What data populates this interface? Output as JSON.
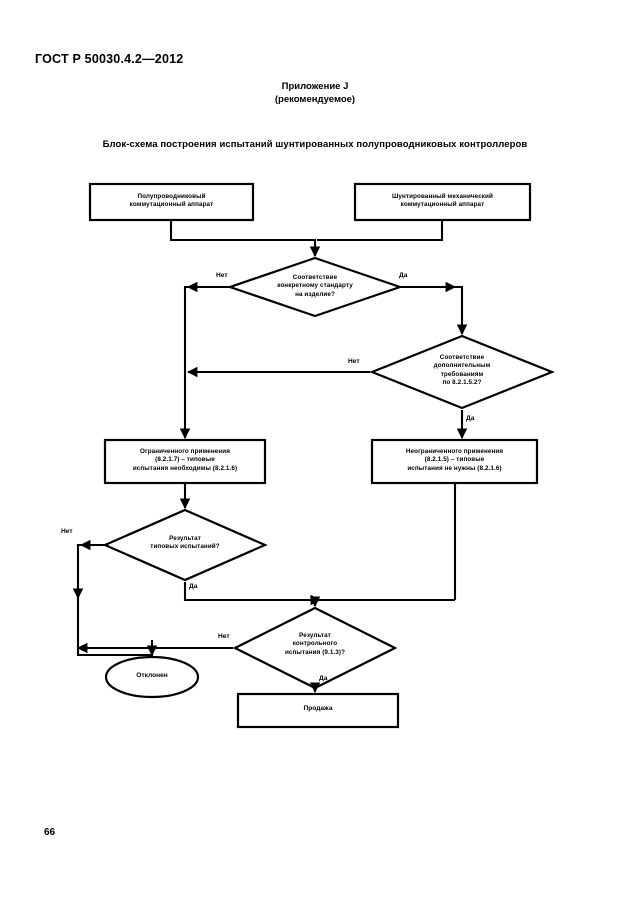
{
  "document": {
    "standard_header": "ГОСТ Р 50030.4.2—2012",
    "annex_title": "Приложение J",
    "annex_subtitle": "(рекомендуемое)",
    "figure_title": "Блок-схема построения испытаний шунтированных  полупроводниковых контроллеров",
    "page_number": "66"
  },
  "flowchart": {
    "type": "flowchart",
    "nodes": [
      {
        "id": "start-left",
        "shape": "rectangle",
        "lines": [
          "Полупроводниковый",
          "коммутационный аппарат"
        ]
      },
      {
        "id": "start-right",
        "shape": "rectangle",
        "lines": [
          "Шунтированный механический",
          "коммутационный аппарат"
        ]
      },
      {
        "id": "decision-standard",
        "shape": "diamond",
        "lines": [
          "Соответствие",
          "конкретному стандарту",
          "на изделие?"
        ]
      },
      {
        "id": "decision-additional",
        "shape": "diamond",
        "lines": [
          "Соответствие",
          "дополнительным",
          "требованиям",
          "по 8.2.1.5.2?"
        ]
      },
      {
        "id": "process-limited",
        "shape": "rectangle",
        "lines": [
          "Ограниченного применения",
          "(8.2.1.7) – типовые",
          "испытания необходимы (8.2.1.6)"
        ]
      },
      {
        "id": "process-unlimited",
        "shape": "rectangle",
        "lines": [
          "Неограниченного применения",
          "(8.2.1.5) – типовые",
          "испытания не нужны (8.2.1.6)"
        ]
      },
      {
        "id": "decision-type-test",
        "shape": "diamond",
        "lines": [
          "Результат",
          "типовых испытаний?"
        ]
      },
      {
        "id": "decision-control-test",
        "shape": "diamond",
        "lines": [
          "Результат",
          "контрольного",
          "испытания (9.1.3)?"
        ]
      },
      {
        "id": "terminator-rejected",
        "shape": "ellipse",
        "lines": [
          "Отклонен"
        ]
      },
      {
        "id": "terminator-sale",
        "shape": "rectangle",
        "lines": [
          "Продажа"
        ]
      }
    ],
    "edge_labels": {
      "standard_no": "Нет",
      "standard_yes": "Да",
      "additional_no": "Нет",
      "additional_yes": "Да",
      "type_test_no": "Нет",
      "type_test_yes": "Да",
      "control_test_no": "Нет",
      "control_test_yes": "Да"
    },
    "colors": {
      "stroke": "#000000",
      "fill": "#ffffff",
      "background": "#ffffff"
    }
  }
}
